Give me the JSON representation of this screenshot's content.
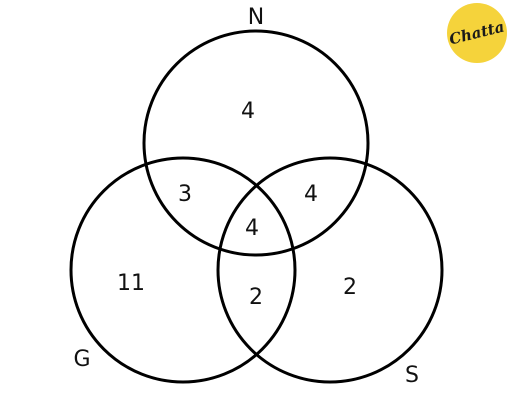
{
  "sets": {
    "n": "N",
    "g": "G",
    "s": "S"
  },
  "regions": {
    "n_only": "4",
    "n_g": "3",
    "n_s": "4",
    "n_g_s": "4",
    "g_only": "11",
    "g_s": "2",
    "s_only": "2"
  },
  "logo": {
    "text": "Chatta",
    "color": "#f5d33b"
  }
}
